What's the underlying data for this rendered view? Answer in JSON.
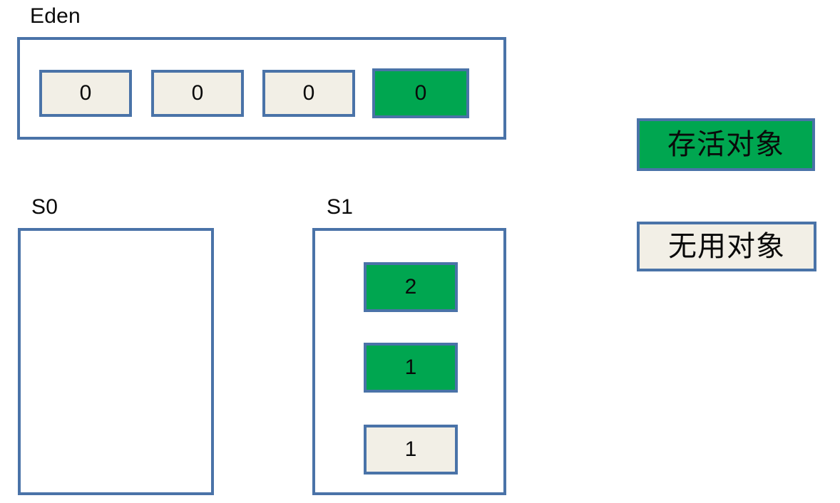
{
  "diagram": {
    "title_regions": [
      "Eden",
      "S0",
      "S1"
    ],
    "regions": [
      {
        "id": "eden",
        "label": "Eden",
        "orientation": "horizontal",
        "objects": [
          {
            "age": "0",
            "state": "dead"
          },
          {
            "age": "0",
            "state": "dead"
          },
          {
            "age": "0",
            "state": "dead"
          },
          {
            "age": "0",
            "state": "live"
          }
        ]
      },
      {
        "id": "s0",
        "label": "S0",
        "orientation": "vertical",
        "objects": []
      },
      {
        "id": "s1",
        "label": "S1",
        "orientation": "vertical",
        "objects": [
          {
            "age": "2",
            "state": "live"
          },
          {
            "age": "1",
            "state": "live"
          },
          {
            "age": "1",
            "state": "dead"
          }
        ]
      }
    ]
  },
  "legend": {
    "items": [
      {
        "label": "存活对象",
        "state": "live"
      },
      {
        "label": "无用对象",
        "state": "dead"
      }
    ]
  },
  "colors": {
    "live_fill": "#00a650",
    "dead_fill": "#f2efe6",
    "border": "#4a73a8",
    "text": "#0a0a0a",
    "background": "#ffffff"
  }
}
